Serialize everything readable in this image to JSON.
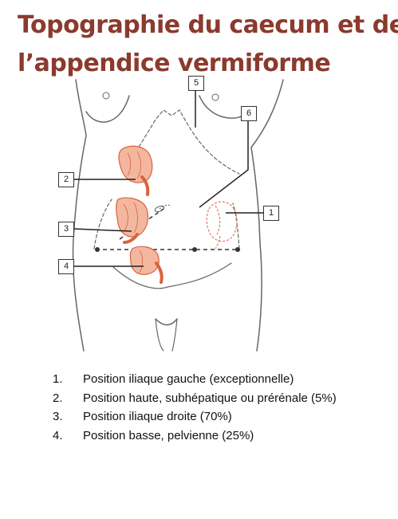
{
  "title": {
    "line1": "Topographie du caecum et de",
    "line2": "l’appendice vermiforme"
  },
  "callouts": [
    "1",
    "2",
    "3",
    "4",
    "5",
    "6"
  ],
  "legend": [
    {
      "num": "1.",
      "text": "Position iliaque gauche (exceptionnelle)"
    },
    {
      "num": "2.",
      "text": "Position haute, subhépatique ou prérénale (5%)"
    },
    {
      "num": "3.",
      "text": "Position iliaque droite (70%)"
    },
    {
      "num": "4.",
      "text": "Position basse, pelvienne (25%)"
    }
  ],
  "colors": {
    "title": "#8b3a2e",
    "organ_fill": "#f3b79f",
    "organ_stroke": "#d9623f",
    "body_outline": "#666666"
  }
}
